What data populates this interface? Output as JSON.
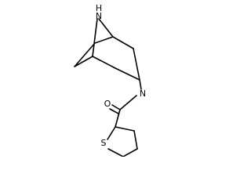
{
  "molecule": {
    "atoms": [
      {
        "id": "n_bridge",
        "symbol": "N",
        "label": "H\nN",
        "element_color": "#000000"
      },
      {
        "id": "n_amide",
        "symbol": "N",
        "label": "N"
      },
      {
        "id": "o_carbonyl",
        "symbol": "O",
        "label": "O"
      },
      {
        "id": "s_ring",
        "symbol": "S",
        "label": "S"
      }
    ],
    "labels": {
      "bridge_h": "H",
      "bridge_n": "N",
      "amide_n": "N",
      "carbonyl_o": "O",
      "ring_s": "S"
    },
    "bond_color": "#000000",
    "background": "#ffffff"
  }
}
